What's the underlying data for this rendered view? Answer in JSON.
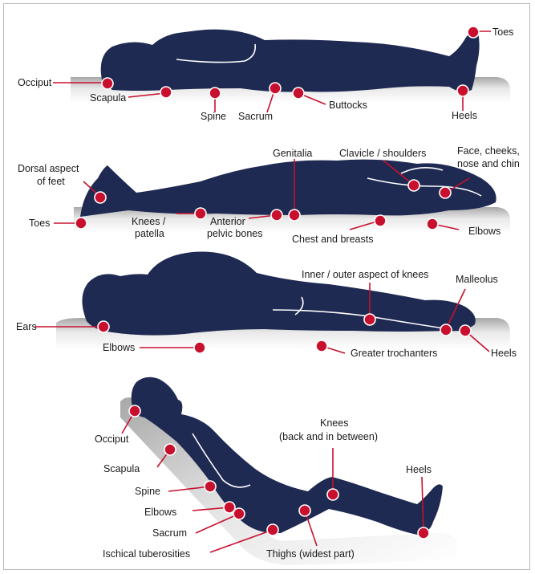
{
  "colors": {
    "body": "#1e2a52",
    "marker": "#c8102e",
    "mattress_light": "#f4f4f4",
    "mattress_dark": "#9a9a9a"
  },
  "figures": [
    {
      "position": "supine",
      "labels": [
        "Occiput",
        "Scapula",
        "Spine",
        "Sacrum",
        "Buttocks",
        "Heels",
        "Toes"
      ]
    },
    {
      "position": "prone",
      "labels": [
        "Dorsal aspect",
        "of feet",
        "Toes",
        "Knees /",
        "patella",
        "Anterior",
        "pelvic bones",
        "Genitalia",
        "Clavicle / shoulders",
        "Face, cheeks,",
        "nose and chin",
        "Chest and breasts",
        "Elbows"
      ]
    },
    {
      "position": "lateral",
      "labels": [
        "Inner / outer aspect of knees",
        "Malleolus",
        "Ears",
        "Elbows",
        "Greater trochanters",
        "Heels"
      ]
    },
    {
      "position": "sitting",
      "labels": [
        "Occiput",
        "Scapula",
        "Spine",
        "Elbows",
        "Sacrum",
        "Ischical tuberosities",
        "Knees",
        "(back and in between)",
        "Heels",
        "Thighs (widest part)"
      ]
    }
  ]
}
